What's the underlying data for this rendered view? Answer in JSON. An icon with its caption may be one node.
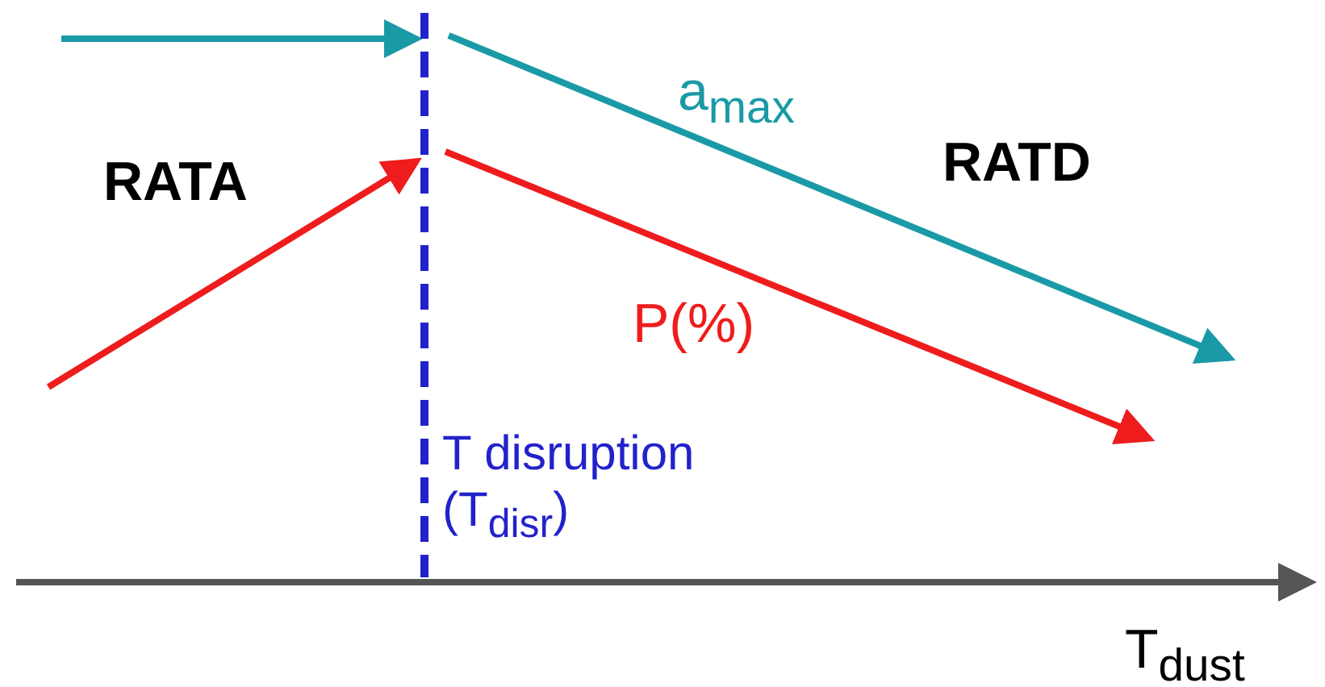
{
  "diagram": {
    "labels": [
      "a$_{max}$",
      "RATA",
      "RATD",
      "P(%)",
      "T disruption (T$_{disr}$)",
      "T$_{dust}$"
    ]
  }
}
